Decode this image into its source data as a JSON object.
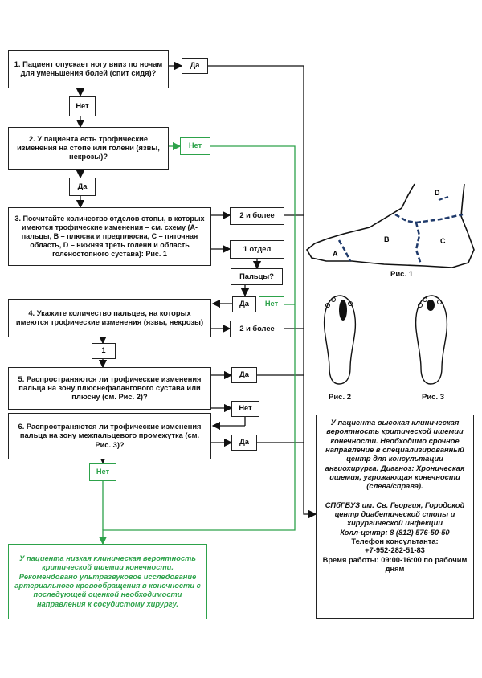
{
  "q1": "1. Пациент опускает ногу вниз по ночам для уменьшения болей (спит сидя)?",
  "q1_yes": "Да",
  "q1_no": "Нет",
  "q2": "2. У пациента есть трофические изменения на стопе или голени (язвы, некрозы)?",
  "q2_no": "Нет",
  "q2_yes": "Да",
  "q3": "3. Посчитайте количество отделов стопы, в которых имеются трофические изменения – см. схему (А-пальцы, В – плюсна и предплюсна, С – пяточная область, D – нижняя треть голени и область голеностопного сустава): Рис. 1",
  "q3_two_more": "2 и более",
  "q3_one": "1 отдел",
  "q3_toes": "Пальцы?",
  "q3_toes_yes": "Да",
  "q3_toes_no": "Нет",
  "q4": "4. Укажите количество пальцев, на которых имеются трофические изменения (язвы, некрозы)",
  "q4_two_more": "2 и более",
  "q4_one": "1",
  "q5": "5. Распространяются ли трофические изменения пальца на зону плюснефалангового сустава или плюсну (см. Рис. 2)?",
  "q5_yes": "Да",
  "q5_no": "Нет",
  "q6": "6. Распространяются ли трофические изменения пальца на зону межпальцевого промежутка (см. Рис. 3)?",
  "q6_yes": "Да",
  "q6_no": "Нет",
  "low_risk": "У пациента низкая клиническая вероятность критической ишемии конечности. Рекомендовано ультразвуковое исследование артериального кровообращения в конечности с последующей оценкой необходимости направления к сосудистому хирургу.",
  "high_risk_1": "У пациента высокая клиническая вероятность критической ишемии конечности. Необходимо срочное направление в специализированный центр для консультации ангиохирурга. Диагноз: Хроническая ишемия, угрожающая конечности (слева/справа).",
  "high_risk_2": "СПбГБУЗ им. Св. Георгия, Городской центр диабетической стопы и хирургической инфекции",
  "call_center": "Колл-центр: 8 (812) 576-50-50",
  "consultant_phone_label": "Телефон консультанта:",
  "consultant_phone": "+7-952-282-51-83",
  "work_hours": "Время работы: 09:00-16:00 по рабочим дням",
  "fig1_caption": "Рис. 1",
  "fig2_caption": "Рис. 2",
  "fig3_caption": "Рис. 3",
  "fig1_labels": {
    "a": "A",
    "b": "B",
    "c": "C",
    "d": "D"
  },
  "colors": {
    "green": "#2da24a",
    "navy": "#1f3a6b",
    "black": "#111111"
  }
}
